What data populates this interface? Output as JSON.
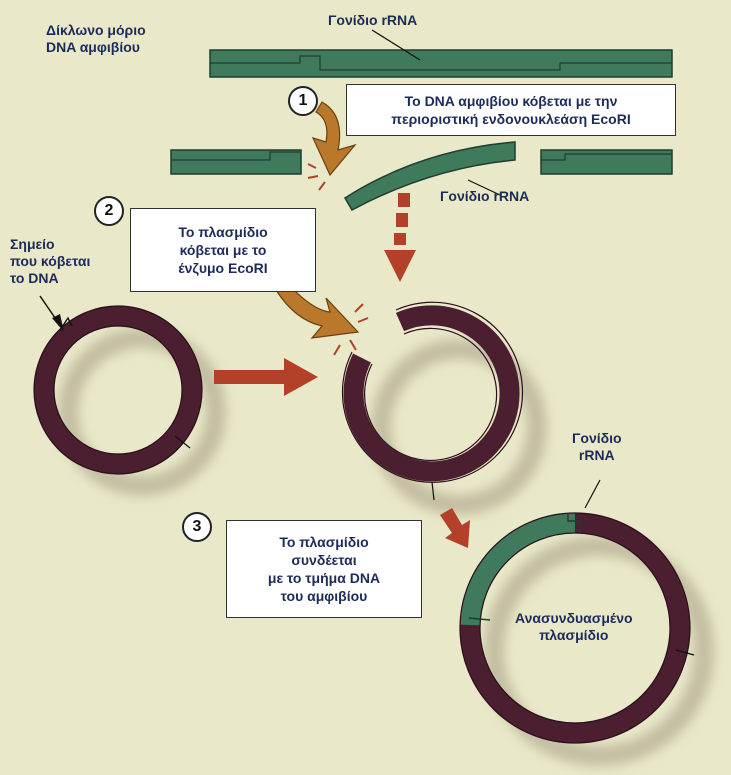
{
  "labels": {
    "amphibian_dna_line1": "Δίκλωνο μόριο",
    "amphibian_dna_line2": "DNA αμφιβίου",
    "gene_top": "Γονίδιο rRNA",
    "gene_cut": "Γονίδιο rRNA",
    "cut_site_line1": "Σημείο",
    "cut_site_line2": "που κόβεται",
    "cut_site_line3": "το DNA",
    "gene_final_line1": "Γονίδιο",
    "gene_final_line2": "rRNA",
    "recombinant_line1": "Ανασυνδυασμένο",
    "recombinant_line2": "πλασμίδιο"
  },
  "steps": [
    {
      "number": "1",
      "lines": [
        "Το DNA αμφιβίου κόβεται με την",
        "περιοριστική ενδονουκλεάση EcoRI"
      ]
    },
    {
      "number": "2",
      "lines": [
        "Το πλασμίδιο",
        "κόβεται με το",
        "ένζυμο EcoRI"
      ]
    },
    {
      "number": "3",
      "lines": [
        "Το πλασμίδιο",
        "συνδέεται",
        "με το τμήμα DNA",
        "του αμφιβίου"
      ]
    }
  ],
  "colors": {
    "background": "#e9e9c9",
    "dna_green": "#3f7a5c",
    "plasmid_purple": "#4b1e30",
    "arrow_red": "#b3412a",
    "enzyme_orange": "#b9782a"
  }
}
